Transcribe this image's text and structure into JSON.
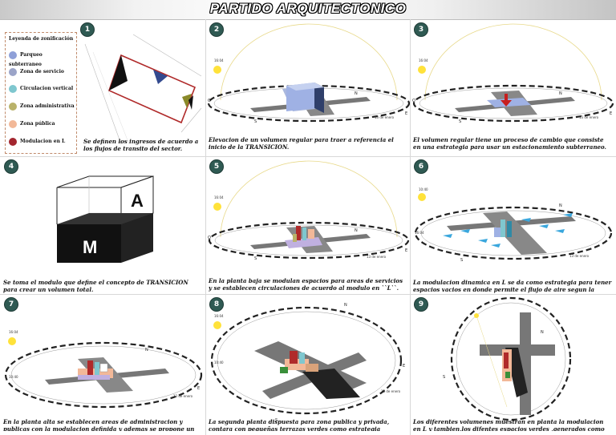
{
  "title": "PARTIDO ARQUITECTONICO",
  "legend": {
    "title": "Leyenda de zonificación",
    "items": [
      {
        "label": "Parqueo subterraneo",
        "color": "#8fa0d8"
      },
      {
        "label": "Zona de servicio",
        "color": "#9ba4c8"
      },
      {
        "label": "Circulacion vertical",
        "color": "#7fc7cf"
      },
      {
        "label": "Zona administrativa",
        "color": "#b9b26a"
      },
      {
        "label": "Zona pública",
        "color": "#f2b898"
      },
      {
        "label": "Modulacion en L",
        "color": "#a3262f"
      }
    ]
  },
  "panels": [
    {
      "num": "1",
      "caption": "Se definen los ingresos de acuerdo a los flujos de transito del sector."
    },
    {
      "num": "2",
      "caption": "Elevacion de un volumen regular para traer a referencia el inicio de la TRANSICION."
    },
    {
      "num": "3",
      "caption": "El volumen regular tiene un proceso de cambio que consiste en una estrategia para usar un estacionamiento subterraneo."
    },
    {
      "num": "4",
      "caption": "Se toma el modulo que define el concepto de TRANSICION para crear un volumen total."
    },
    {
      "num": "5",
      "caption": "En la planta baja se modulan espacios para areas de servicios y se establecen circulaciones de acuerdo al modulo en ``L``."
    },
    {
      "num": "6",
      "caption": "La modulacion dinamica en L se da como estrategia para tener espacios vacios en donde permite el flujo de aire segun la orientacion"
    },
    {
      "num": "7",
      "caption": "En la planta alta se establecen areas de administracion y publicas con la modulacion definida y ademas se propone un auditorio flexible."
    },
    {
      "num": "8",
      "caption": "La segunda planta dispuesta para zona publica y privada, contara con pequeñas terrazas verdes como estrategia bioclimatica."
    },
    {
      "num": "9",
      "caption": "Los diferentes volumenes muestran en planta la modulacion en L y tambien,los difentes espacios verdes ,generados como un patio libre central."
    }
  ],
  "cube_letters": {
    "top": "A",
    "bottom": "M"
  },
  "sun_labels": {
    "time": "16:04",
    "time2": "10:40",
    "date": "13 de enero"
  },
  "compass": {
    "n": "N",
    "s": "S",
    "e": "E",
    "o": "O"
  }
}
